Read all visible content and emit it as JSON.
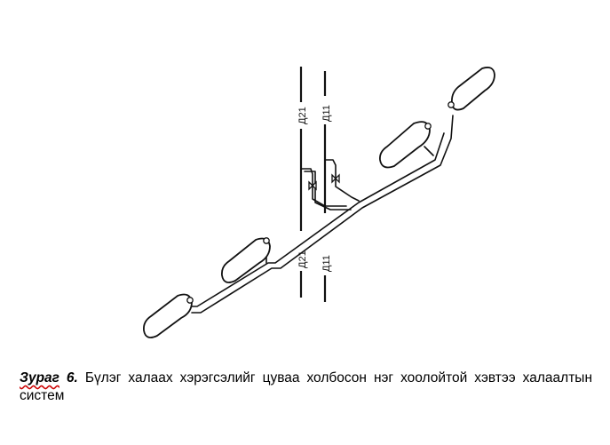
{
  "caption": {
    "figure_word": "Зураг",
    "figure_number": " 6.",
    "text": " Бүлэг халаах хэрэгсэлийг цуваа холбосон нэг хоолойтой хэвтээ халаалтын систем"
  },
  "diagram": {
    "risers": [
      {
        "label_top": "Д21",
        "label_bottom": "Д21"
      },
      {
        "label_top": "Д11",
        "label_bottom": "Д11"
      }
    ],
    "radiators": [
      "radiator-1",
      "radiator-2",
      "radiator-3",
      "radiator-4"
    ]
  }
}
